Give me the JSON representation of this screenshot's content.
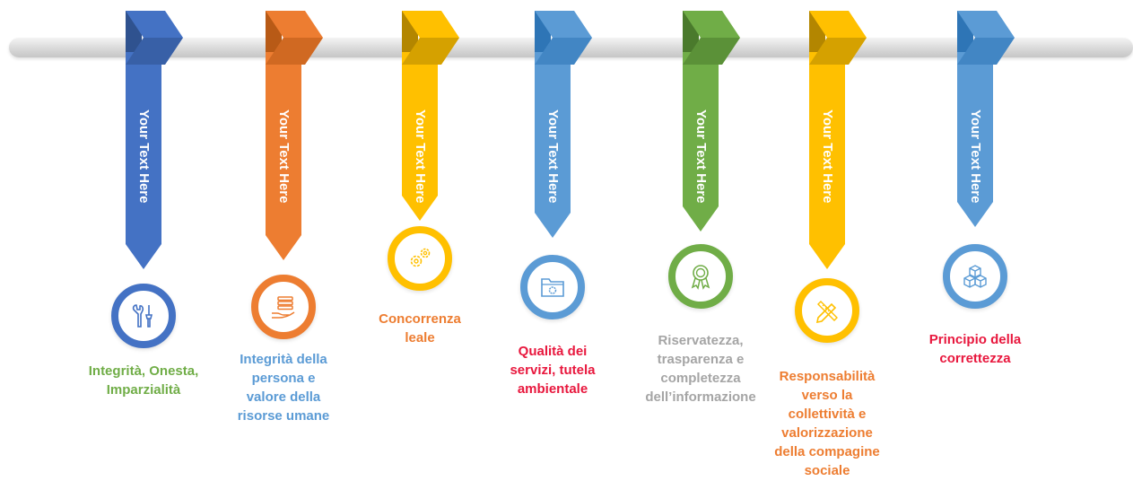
{
  "steps": [
    {
      "ribbon_text": "Your Text Here",
      "label": "Integrità, Onesta,\nImparzialità",
      "color": "#4472c4",
      "dark": "#2f528f",
      "label_color": "#70ad47",
      "icon": "tools-icon"
    },
    {
      "ribbon_text": "Your Text Here",
      "label": "Integrità della\npersona e\nvalore della\nrisorse umane",
      "color": "#ed7d31",
      "dark": "#b85a16",
      "label_color": "#5b9bd5",
      "icon": "hand-stack-icon"
    },
    {
      "ribbon_text": "Your Text Here",
      "label": "Concorrenza\nleale",
      "color": "#ffc000",
      "dark": "#b38600",
      "label_color": "#ed7d31",
      "icon": "gears-icon"
    },
    {
      "ribbon_text": "Your Text Here",
      "label": "Qualità dei\nservizi, tutela\nambientale",
      "color": "#5b9bd5",
      "dark": "#2e75b6",
      "label_color": "#e8173d",
      "icon": "folder-gear-icon"
    },
    {
      "ribbon_text": "Your Text Here",
      "label": "Riservatezza,\ntrasparenza e\ncompletezza\ndell’informazione",
      "color": "#70ad47",
      "dark": "#4a7a2c",
      "label_color": "#a5a5a5",
      "icon": "award-icon"
    },
    {
      "ribbon_text": "Your Text Here",
      "label": "Responsabilità\nverso la\ncollettività e\nvalorizzazione\ndella compagine\nsociale",
      "color": "#ffc000",
      "dark": "#b38600",
      "label_color": "#ed7d31",
      "icon": "pencil-ruler-icon"
    },
    {
      "ribbon_text": "Your Text Here",
      "label": "Principio della\ncorrettezza",
      "color": "#5b9bd5",
      "dark": "#2e75b6",
      "label_color": "#e8173d",
      "icon": "cubes-icon"
    }
  ]
}
